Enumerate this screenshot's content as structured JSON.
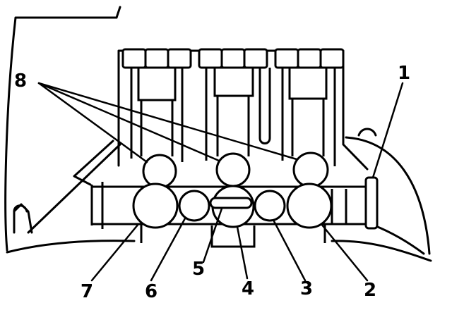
{
  "colors": {
    "ink": "#000000",
    "paper": "#ffffff"
  },
  "callouts": [
    {
      "id": "c1",
      "label": "1"
    },
    {
      "id": "c2",
      "label": "2"
    },
    {
      "id": "c3",
      "label": "3"
    },
    {
      "id": "c4",
      "label": "4"
    },
    {
      "id": "c5",
      "label": "5"
    },
    {
      "id": "c6",
      "label": "6"
    },
    {
      "id": "c7",
      "label": "7"
    },
    {
      "id": "c8",
      "label": "8"
    }
  ]
}
